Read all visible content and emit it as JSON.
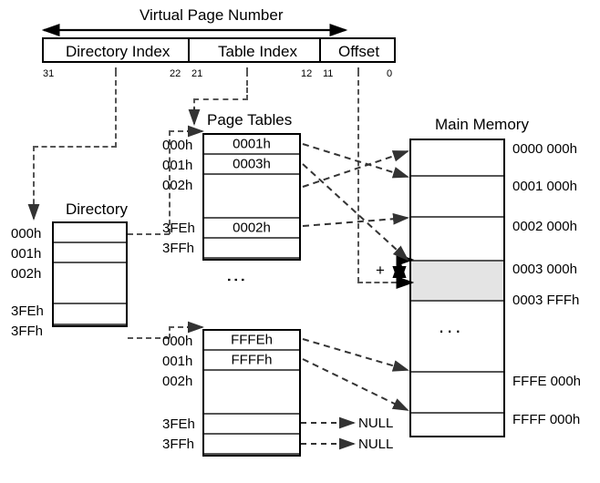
{
  "diagram": {
    "title": "Virtual Page Number",
    "address_fields": [
      {
        "name": "Directory Index",
        "hi": "31",
        "lo": "22"
      },
      {
        "name": "Table Index",
        "hi": "21",
        "lo": "12"
      },
      {
        "name": "Offset",
        "hi": "11",
        "lo": "0"
      }
    ],
    "directory": {
      "title": "Directory",
      "rows": [
        {
          "index": "000h",
          "value": ""
        },
        {
          "index": "001h",
          "value": ""
        },
        {
          "index": "002h",
          "value": ""
        },
        {
          "index": "3FEh",
          "value": ""
        },
        {
          "index": "3FFh",
          "value": ""
        }
      ]
    },
    "page_tables": {
      "title": "Page Tables",
      "ellipsis": "⋮",
      "first": [
        {
          "index": "000h",
          "value": "0001h"
        },
        {
          "index": "001h",
          "value": "0003h"
        },
        {
          "index": "002h",
          "value": ""
        },
        {
          "index": "3FEh",
          "value": "0002h"
        },
        {
          "index": "3FFh",
          "value": ""
        }
      ],
      "second": [
        {
          "index": "000h",
          "value": "FFFEh"
        },
        {
          "index": "001h",
          "value": "FFFFh"
        },
        {
          "index": "002h",
          "value": ""
        },
        {
          "index": "3FEh",
          "value": ""
        },
        {
          "index": "3FFh",
          "value": ""
        }
      ],
      "null_labels": [
        "NULL",
        "NULL"
      ]
    },
    "main_memory": {
      "title": "Main Memory",
      "ellipsis": "...",
      "plus": "+",
      "frames": [
        {
          "address": "0000 000h",
          "shaded": false
        },
        {
          "address": "0001 000h",
          "shaded": false
        },
        {
          "address": "0002 000h",
          "shaded": false
        },
        {
          "address": "0003 000h",
          "shaded": true
        },
        {
          "address": "0003 FFFh",
          "shaded": false
        },
        {
          "address": "FFFE 000h",
          "shaded": false
        },
        {
          "address": "FFFF 000h",
          "shaded": false
        }
      ]
    },
    "colors": {
      "line": "#000000",
      "dashed": "#555555",
      "shade": "#e4e4e4"
    }
  }
}
